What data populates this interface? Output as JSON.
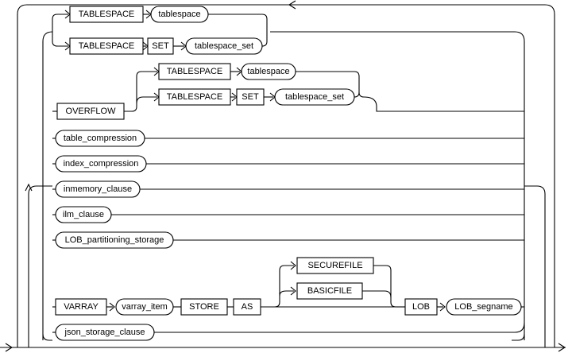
{
  "diagram": {
    "keywords": {
      "tablespace_1": "TABLESPACE",
      "tablespace_2": "TABLESPACE",
      "set_1": "SET",
      "overflow": "OVERFLOW",
      "tablespace_3": "TABLESPACE",
      "tablespace_4": "TABLESPACE",
      "set_2": "SET",
      "varray": "VARRAY",
      "store": "STORE",
      "as": "AS",
      "securefile": "SECUREFILE",
      "basicfile": "BASICFILE",
      "lob": "LOB"
    },
    "params": {
      "tablespace_1": "tablespace",
      "tablespace_set_1": "tablespace_set",
      "tablespace_2": "tablespace",
      "tablespace_set_2": "tablespace_set",
      "table_compression": "table_compression",
      "index_compression": "index_compression",
      "inmemory_clause": "inmemory_clause",
      "ilm_clause": "ilm_clause",
      "lob_partitioning_storage": "LOB_partitioning_storage",
      "varray_item": "varray_item",
      "lob_segname": "LOB_segname",
      "json_storage_clause": "json_storage_clause"
    }
  }
}
